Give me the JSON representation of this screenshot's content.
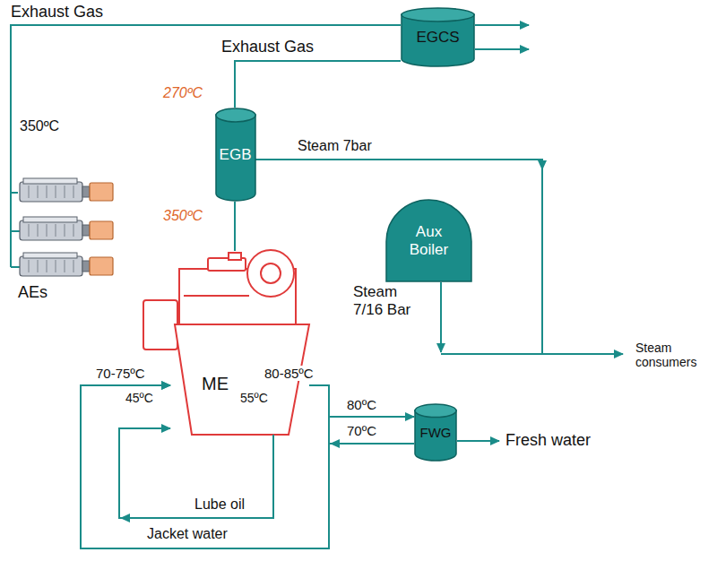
{
  "diagram": {
    "nodes": [
      {
        "text": [
          "EGCS"
        ]
      },
      {
        "text": [
          "EGB"
        ]
      },
      {
        "text": [
          "Aux Boiler"
        ]
      },
      {
        "text": [
          "ME"
        ]
      },
      {
        "text": [
          "FWG"
        ]
      },
      {
        "text": [
          "AEs"
        ]
      }
    ],
    "edges": [
      {
        "from": 5,
        "to": 0,
        "arrow": "none",
        "label": "Exhaust Gas"
      },
      {
        "from": 3,
        "to": 1,
        "arrow": "none"
      },
      {
        "from": 1,
        "to": 0,
        "arrow": "none",
        "label": "Exhaust Gas"
      },
      {
        "from": 3,
        "to": 4,
        "arrow": "to",
        "label": "80ºC"
      },
      {
        "from": 4,
        "to": 3,
        "arrow": "to",
        "label": "70ºC"
      },
      {
        "from": 3,
        "to": 3,
        "arrow": "to",
        "label": "Jacket water"
      },
      {
        "from": 3,
        "to": 3,
        "arrow": "to",
        "label": "Lube oil"
      }
    ],
    "labels": [
      "350ºC",
      "270ºC",
      "350ºC",
      "Steam 7bar",
      "Steam 7/16 Bar",
      "Steam consumers",
      "70-75ºC",
      "80-85ºC",
      "45ºC",
      "55ºC",
      "Fresh water"
    ]
  }
}
